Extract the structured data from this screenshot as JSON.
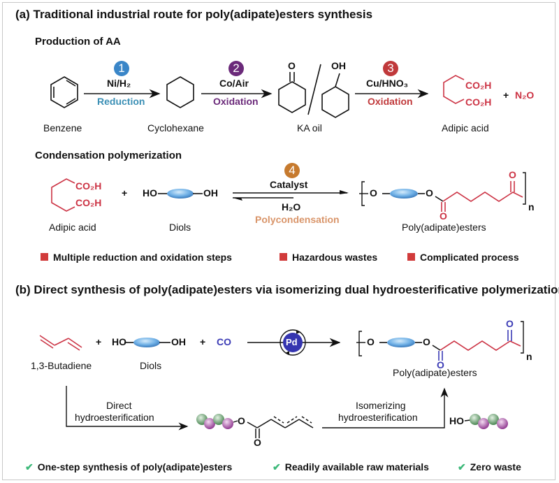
{
  "section_a": {
    "title": "(a) Traditional industrial route for poly(adipate)esters synthesis",
    "production_heading": "Production of AA",
    "steps": [
      {
        "number": "1",
        "reagent": "Ni/H₂",
        "type": "Reduction",
        "color": "#3a86c8",
        "type_color": "#3b8fb5"
      },
      {
        "number": "2",
        "reagent": "Co/Air",
        "type": "Oxidation",
        "color": "#6b2a7a",
        "type_color": "#6b2a7a"
      },
      {
        "number": "3",
        "reagent": "Cu/HNO₃",
        "type": "Oxidation",
        "color": "#c0393b",
        "type_color": "#c0393b"
      },
      {
        "number": "4",
        "reagent": "Catalyst",
        "byproduct": "H₂O",
        "type": "Polycondensation",
        "color": "#c67a2e",
        "type_color": "#d9956a"
      }
    ],
    "compounds": {
      "benzene": "Benzene",
      "cyclohexane": "Cyclohexane",
      "ka_oil": "KA oil",
      "ka_ketone_label": "O",
      "ka_alcohol_label": "OH",
      "adipic_acid": "Adipic acid",
      "co2h": "CO₂H",
      "plus": "+",
      "n2o": "N₂O"
    },
    "condensation_heading": "Condensation polymerization",
    "diols": {
      "left": "HO",
      "right": "OH",
      "label": "Diols"
    },
    "polymer": {
      "o_left": "O",
      "o_right": "O",
      "carbonyl_o": "O",
      "n": "n",
      "label": "Poly(adipate)esters"
    },
    "drawbacks": [
      "Multiple reduction and oxidation steps",
      "Hazardous wastes",
      "Complicated process"
    ]
  },
  "section_b": {
    "title": "(b) Direct synthesis of poly(adipate)esters via isomerizing dual hydroesterificative polymerization",
    "butadiene_label": "1,3-Butadiene",
    "plus": "+",
    "diols": {
      "left": "HO",
      "right": "OH",
      "label": "Diols"
    },
    "co": "CO",
    "catalyst": "Pd",
    "polymer": {
      "o_left": "O",
      "o_right": "O",
      "carbonyl_o": "O",
      "n": "n",
      "label": "Poly(adipate)esters"
    },
    "direct_step": [
      "Direct",
      "hydroesterification"
    ],
    "isomerizing_step": [
      "Isomerizing",
      "hydroesterification"
    ],
    "intermediate_o": "O",
    "intermediate_carbonyl": "O",
    "ho_label": "HO",
    "advantages": [
      "One-step synthesis of poly(adipate)esters",
      "Readily available raw materials",
      "Zero waste"
    ]
  },
  "colors": {
    "red_chain": "#cc3344",
    "blue_o": "#3b3bb5",
    "drawback_square": "#d13b3b",
    "check": "#3cb879",
    "pd": "#3535b0"
  }
}
